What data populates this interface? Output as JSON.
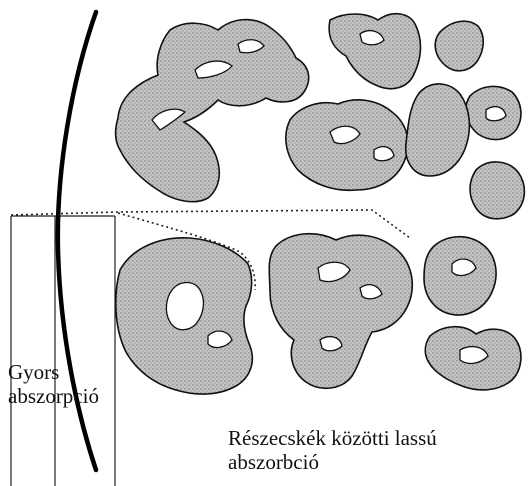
{
  "labels": {
    "fast_absorption": [
      "Gyors",
      "abszorpció"
    ],
    "slow_absorption": [
      "Részecskék közötti lassú",
      "abszorbció"
    ]
  },
  "colors": {
    "particle_fill": "#b7b7b7",
    "particle_stroke": "#111111",
    "background": "#ffffff"
  }
}
